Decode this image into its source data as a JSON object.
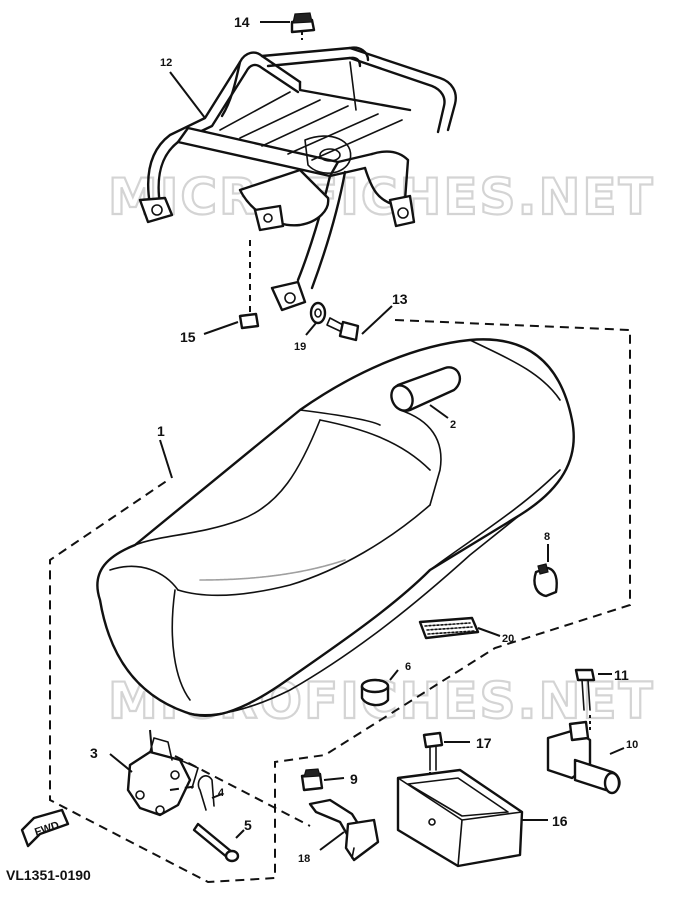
{
  "watermark": {
    "text_upper": "MICROFICHES.NET",
    "text_lower": "MICROFICHES.NET"
  },
  "diagram_code": "VL1351-0190",
  "direction_label": "FWD",
  "callouts": {
    "c1": "1",
    "c2": "2",
    "c3": "3",
    "c4": "4",
    "c5": "5",
    "c6": "6",
    "c8": "8",
    "c9": "9",
    "c10": "10",
    "c11": "11",
    "c12": "12",
    "c13": "13",
    "c14": "14",
    "c15": "15",
    "c16": "16",
    "c17": "17",
    "c18": "18",
    "c19": "19",
    "c20": "20"
  }
}
